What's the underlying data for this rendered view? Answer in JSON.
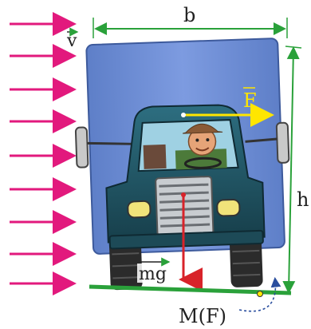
{
  "labels": {
    "velocity": "v",
    "width": "b",
    "height": "h",
    "force": "F",
    "weight": "mg",
    "moment": "M(F)"
  },
  "colors": {
    "wind_arrow": "#e2197d",
    "dimension_line": "#2aa13a",
    "ground": "#2aa13a",
    "force_arrow": "#ffe600",
    "weight_arrow": "#d8232a",
    "cargo_box": "#6f8fd6",
    "cab": "#1e5666",
    "tire": "#2b2b2b"
  },
  "icons": {
    "wind": "arrow-right-icon",
    "moment": "curved-arrow-icon"
  }
}
